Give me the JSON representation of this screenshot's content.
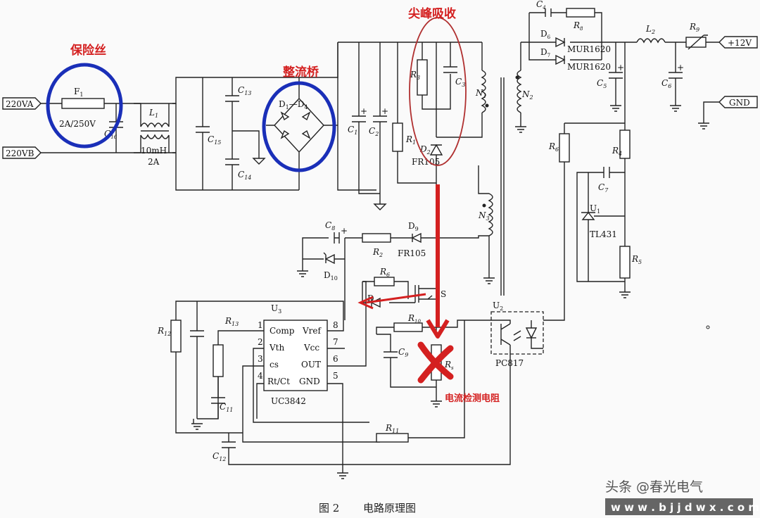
{
  "annotations": {
    "fuse": "保险丝",
    "bridge": "整流桥",
    "snubber": "尖峰吸收",
    "sense": "电流检测电阻"
  },
  "terminals": {
    "in_a": "220VA",
    "in_b": "220VB",
    "out_pos": "+12V",
    "out_gnd": "GND"
  },
  "components": {
    "F1": "F",
    "F1_sub": "1",
    "F1_rating": "2A/250V",
    "L1_value": "10mH",
    "L1_current": "2A",
    "D1D4": "D",
    "D2_part": "FR105",
    "D9_part": "FR105",
    "D10": "D",
    "D6_part": "MUR1620",
    "D7_part": "MUR1620",
    "U1_part": "TL431",
    "U2_part": "PC817",
    "U3_part": "UC3842",
    "ic_pins": {
      "p1": "1",
      "p2": "2",
      "p3": "3",
      "p4": "4",
      "p5": "5",
      "p6": "6",
      "p7": "7",
      "p8": "8",
      "comp": "Comp",
      "vth": "Vth",
      "cs": "cs",
      "rtct": "Rt/Ct",
      "vref": "Vref",
      "vcc": "Vcc",
      "out": "OUT",
      "gnd": "GND"
    },
    "C16": "C",
    "C13": "C",
    "C15": "C",
    "C14": "C",
    "C1": "C",
    "C2": "C",
    "C3": "C",
    "C4": "C",
    "C5": "C",
    "C6": "C",
    "C7": "C",
    "C8": "C",
    "C9": "C",
    "C11": "C",
    "C12": "C",
    "R1": "R",
    "R2": "R",
    "R3": "R",
    "R4": "R",
    "R5": "R",
    "R6": "R",
    "R8": "R",
    "R9": "R",
    "R10": "R",
    "R11": "R",
    "R12": "R",
    "R13": "R",
    "Rs": "R",
    "N1": "N",
    "N2": "N",
    "N3": "N",
    "L2": "L",
    "L1": "L",
    "D2": "D",
    "D9": "D",
    "D6": "D",
    "D7": "D",
    "U1": "U",
    "U2": "U",
    "U3": "U"
  },
  "subs": {
    "C16": "16",
    "C13": "13",
    "C15": "15",
    "C14": "14",
    "C1": "1",
    "C2": "2",
    "C3": "3",
    "C4": "4",
    "C5": "5",
    "C6": "6",
    "C7": "7",
    "C8": "8",
    "C9": "9",
    "C11": "11",
    "C12": "12",
    "R1": "1",
    "R2": "2",
    "R3": "3",
    "R4": "4",
    "R5": "5",
    "R6": "6",
    "R8": "8",
    "R9": "9",
    "R10": "10",
    "R11": "11",
    "R12": "12",
    "R13": "13",
    "Rs": "s",
    "N1": "1",
    "N2": "2",
    "N3": "3",
    "L2": "2",
    "L1": "1",
    "D2": "2",
    "D9": "9",
    "D10": "10",
    "D6": "6",
    "D7": "7",
    "D1D4": "1",
    "U1": "1",
    "U2": "2",
    "U3": "3"
  },
  "caption": {
    "fig": "图 2",
    "title": "电路原理图"
  },
  "watermark": {
    "text": "头条 @春光电气",
    "url": "w w w . b j j d w x . c o m"
  },
  "colors": {
    "annotation_red": "#d42020",
    "circle_blue": "#1a2fb8",
    "circle_darkred": "#b03030",
    "line": "#222222"
  }
}
